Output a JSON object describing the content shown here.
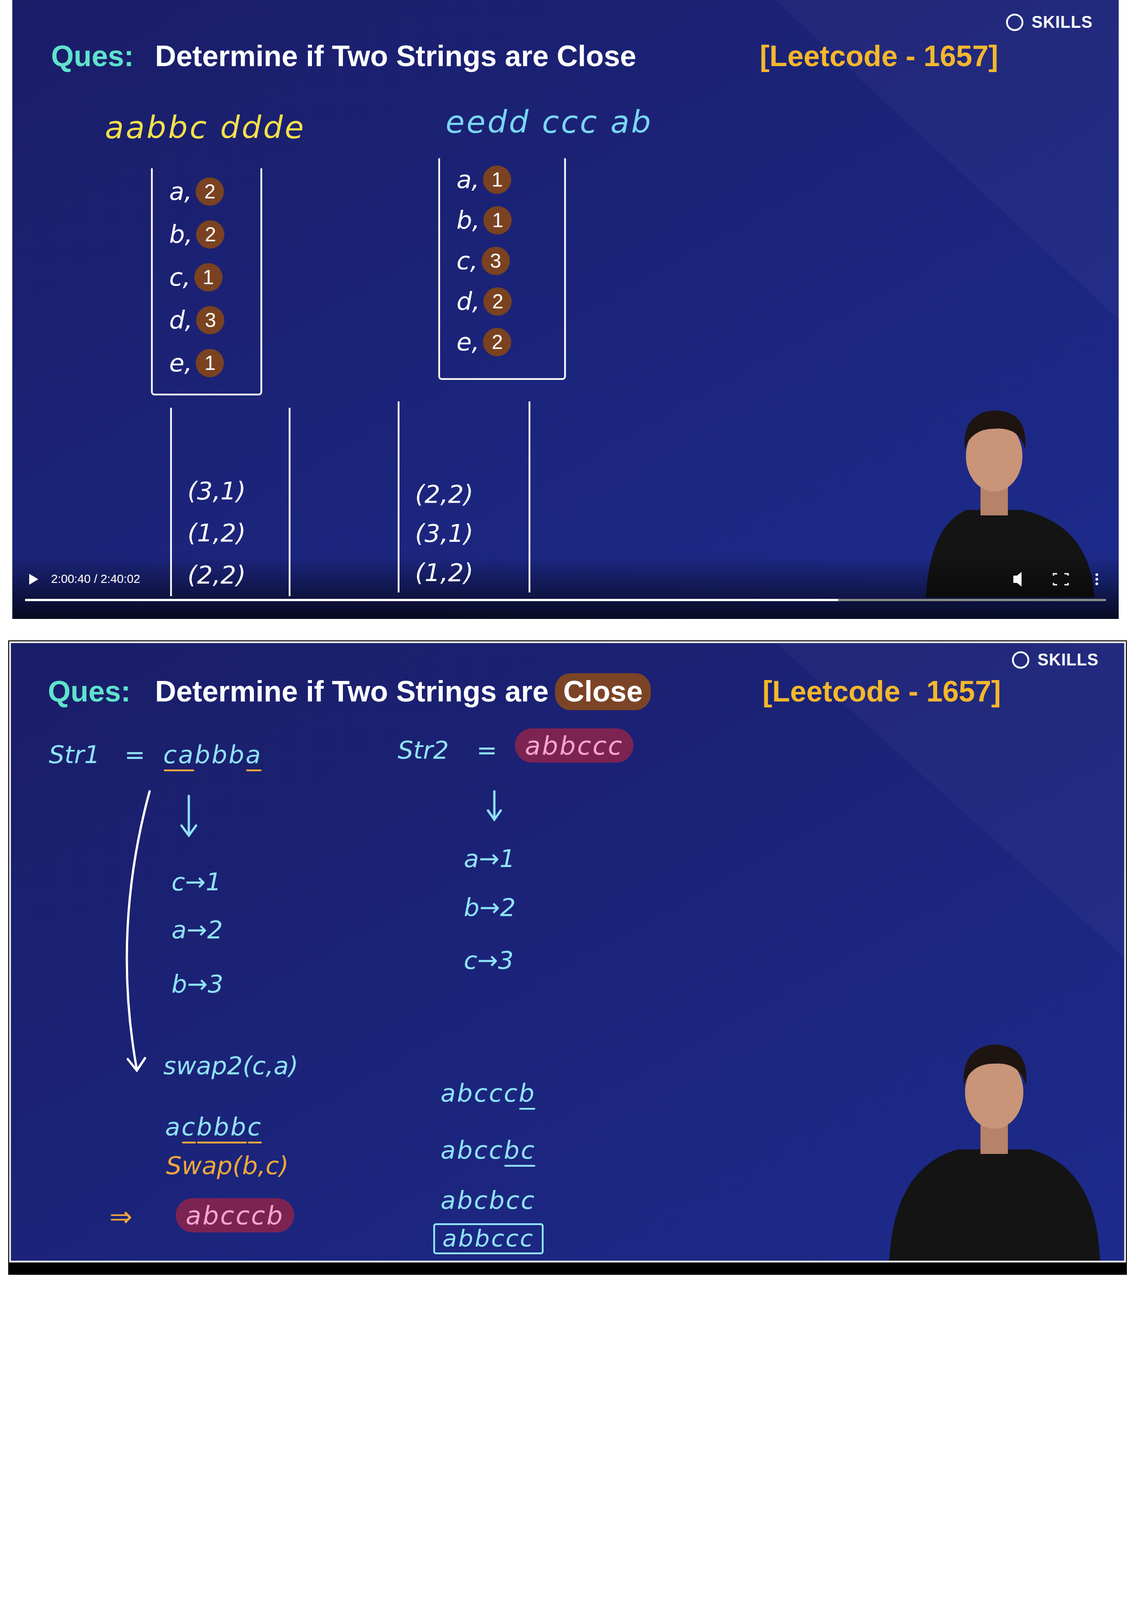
{
  "diagram": {
    "title": "Determine if Two Strings are Close",
    "nodes": [
      {
        "text": [
          "a,",
          "2",
          "b,",
          "2",
          "c,",
          "1",
          "d,",
          "3",
          "e,",
          "1"
        ]
      },
      {
        "text": [
          "a,",
          "1",
          "b,",
          "1",
          "c,",
          "3",
          "d,",
          "2",
          "e,",
          "2"
        ]
      },
      {
        "text": [
          "(3,1)",
          "(1,2)",
          "(2,2)"
        ]
      },
      {
        "text": [
          "(2,2)",
          "(3,1)",
          "(1,2)"
        ]
      },
      {
        "text": [
          "Close"
        ]
      },
      {
        "text": [
          "abbccc"
        ]
      },
      {
        "text": [
          "abcccb"
        ]
      },
      {
        "text": [
          "abbccc"
        ]
      }
    ],
    "labels": [
      "SKILLS",
      "Ques:",
      "[Leetcode - 1657]",
      "aabbc ddde",
      "eedd ccc ab",
      "2:00:40 / 2:40:02",
      "SKILLS",
      "Ques:",
      "Determine if Two Strings are",
      "[Leetcode - 1657]",
      "Str1",
      "=",
      "cabbba",
      "Str2",
      "=",
      "c→1",
      "a→2",
      "b→3",
      "a→1",
      "b→2",
      "c→3",
      "swap2(c,a)",
      "acbbbc",
      "Swap(b,c)",
      "⇒",
      "abcccb",
      "abccbc",
      "abcbcc"
    ]
  }
}
